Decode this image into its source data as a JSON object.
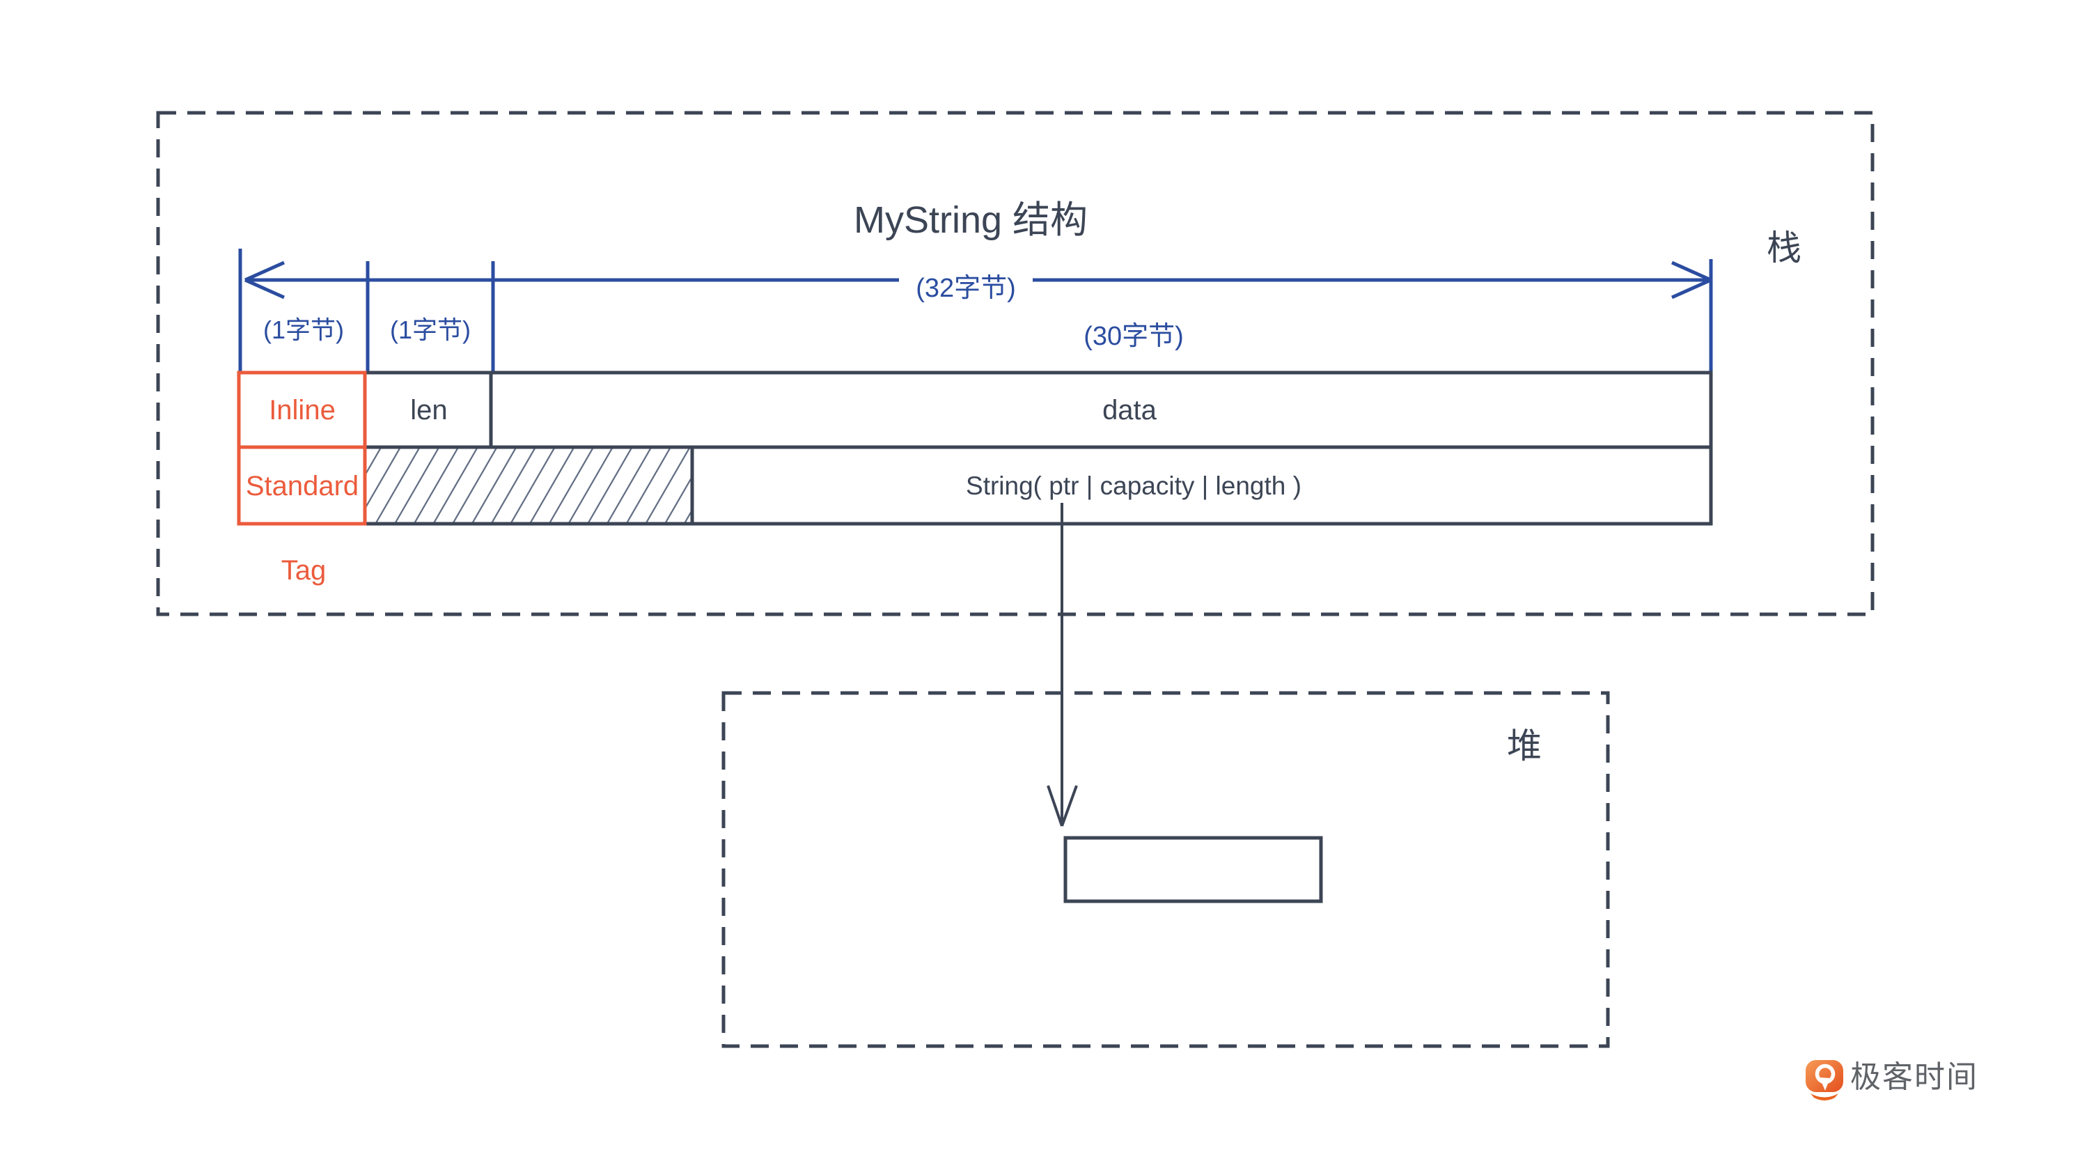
{
  "diagram": {
    "title": "MyString 结构",
    "stack_label": "栈",
    "heap_label": "堆",
    "measurements": {
      "total_label": "(32字节)",
      "tag_byte_label": "(1字节)",
      "len_byte_label": "(1字节)",
      "data_bytes_label": "(30字节)"
    },
    "inline_row": {
      "tag": "Inline",
      "len": "len",
      "data": "data"
    },
    "standard_row": {
      "tag": "Standard",
      "payload": "String( ptr | capacity | length )"
    },
    "tag_caption": "Tag"
  },
  "brand": {
    "name": "极客时间",
    "icon": "geektime-pin-icon"
  },
  "colors": {
    "accent_blue": "#2B4DA0",
    "accent_orange": "#EB5B3C",
    "line_dark": "#3C4555",
    "hatch_line": "#5E6A80",
    "brand_orange_light": "#F69B57",
    "brand_orange_dark": "#E44F1D",
    "brand_text_gray": "#5F6368"
  }
}
